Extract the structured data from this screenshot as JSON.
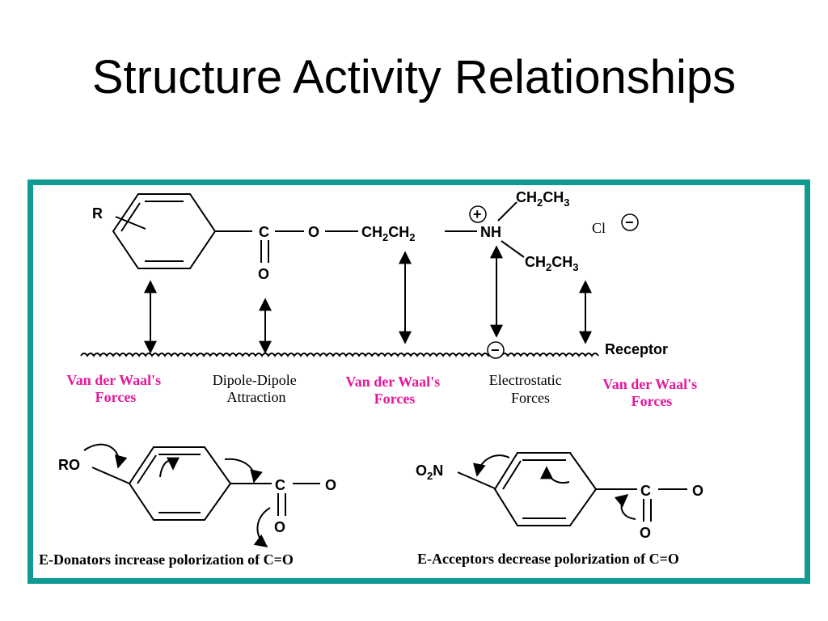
{
  "title": "Structure Activity Relationships",
  "colors": {
    "frame_border": "#0f9a94",
    "vdw_text": "#e6179b",
    "text": "#000000"
  },
  "molecule": {
    "r_group": "R",
    "carbonyl_c": "C",
    "carbonyl_o": "O",
    "ester_o": "O",
    "chain_ch": "CH",
    "chain_sub": "2",
    "nitrogen": "NH",
    "plus_sign": "+",
    "ethyl_ch": "CH",
    "ethyl_sub": "2",
    "ethyl_ch3": "CH",
    "ethyl_sub3": "3",
    "counter_ion": "Cl",
    "minus_sign": "−"
  },
  "receptor": {
    "label": "Receptor",
    "charge": "−"
  },
  "interactions": [
    {
      "line1": "Van der Waal's",
      "line2": "Forces",
      "kind": "vdw"
    },
    {
      "line1": "Dipole-Dipole",
      "line2": "Attraction",
      "kind": "plain"
    },
    {
      "line1": "Van der Waal's",
      "line2": "Forces",
      "kind": "vdw"
    },
    {
      "line1": "Electrostatic",
      "line2": "Forces",
      "kind": "plain"
    },
    {
      "line1": "Van der Waal's",
      "line2": "Forces",
      "kind": "vdw"
    }
  ],
  "donor_example": {
    "substituent": "RO",
    "carbonyl_c": "C",
    "ester_o": "O",
    "carbonyl_o": "O",
    "caption": "E-Donators increase polorization of C=O"
  },
  "acceptor_example": {
    "substituent_o": "O",
    "substituent_sub": "2",
    "substituent_n": "N",
    "carbonyl_c": "C",
    "ester_o": "O",
    "carbonyl_o": "O",
    "caption": "E-Acceptors decrease polorization of C=O"
  }
}
